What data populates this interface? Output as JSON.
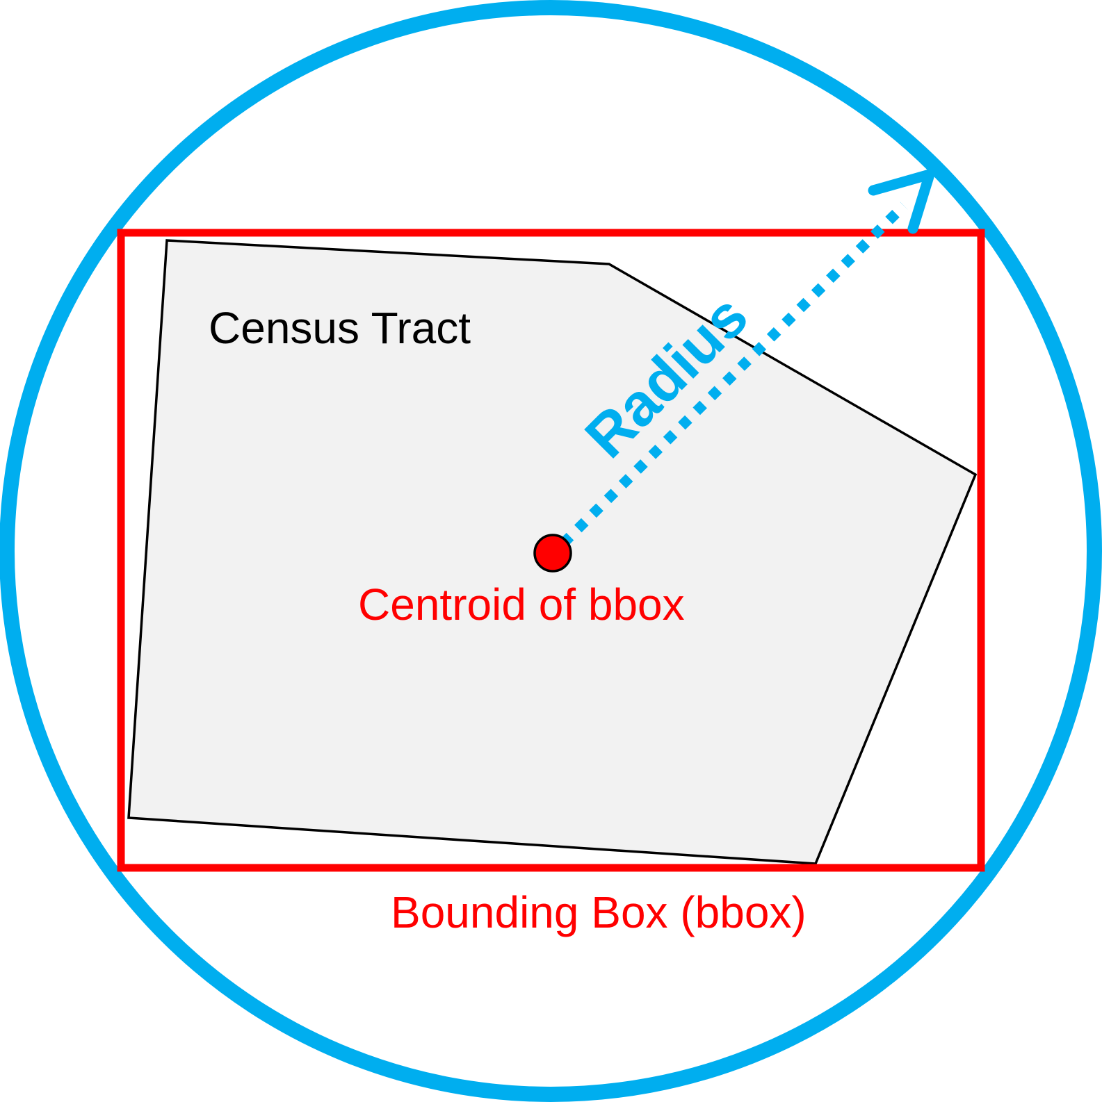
{
  "labels": {
    "census_tract": "Census Tract",
    "centroid": "Centroid of bbox",
    "bounding_box": "Bounding Box (bbox)",
    "radius": "Radius"
  },
  "colors": {
    "circle": "#00AEEF",
    "bbox": "#FF0000",
    "tract_fill": "#F2F2F2",
    "tract_stroke": "#000000",
    "centroid": "#FF0000",
    "radius": "#00AEEF",
    "text_dark": "#000000",
    "text_red": "#FF0000",
    "text_blue": "#00AEEF"
  }
}
